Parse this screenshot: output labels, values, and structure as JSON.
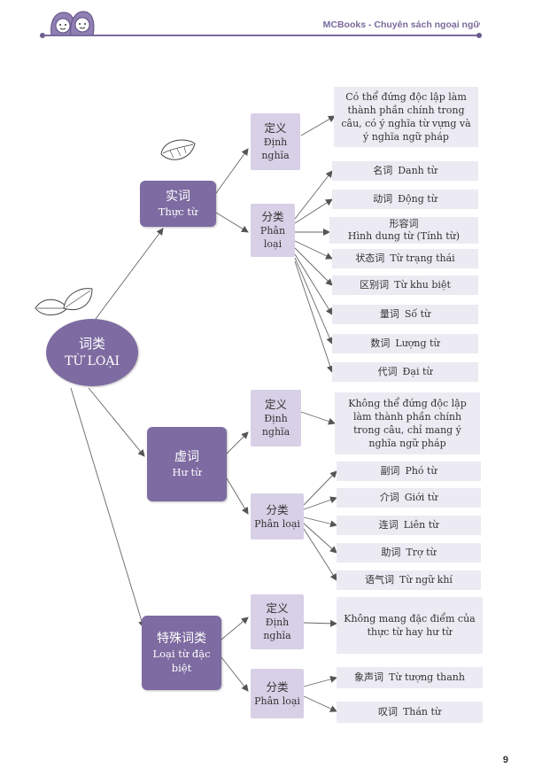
{
  "header": {
    "title": "MCBooks - Chuyên sách ngoại ngữ"
  },
  "page_number": "9",
  "diagram": {
    "root": {
      "zh": "词类",
      "vi": "TỪ LOẠI"
    },
    "categories": [
      {
        "zh": "实词",
        "vi": "Thực từ",
        "definition": {
          "label_zh": "定义",
          "label_vi": "Định nghĩa",
          "text": "Có thể đứng độc lập làm thành phần chính trong câu, có ý nghĩa từ vựng và ý nghĩa ngữ pháp"
        },
        "classification": {
          "label_zh": "分类",
          "label_vi": "Phân loại",
          "items": [
            {
              "zh": "名词",
              "vi": "Danh từ"
            },
            {
              "zh": "动词",
              "vi": "Động từ"
            },
            {
              "zh": "形容词",
              "vi": "Hình dung từ (Tính từ)"
            },
            {
              "zh": "状态词",
              "vi": "Từ trạng thái"
            },
            {
              "zh": "区别词",
              "vi": "Từ khu biệt"
            },
            {
              "zh": "量词",
              "vi": "Số từ"
            },
            {
              "zh": "数词",
              "vi": "Lượng từ"
            },
            {
              "zh": "代词",
              "vi": "Đại từ"
            }
          ]
        }
      },
      {
        "zh": "虚词",
        "vi": "Hư từ",
        "definition": {
          "label_zh": "定义",
          "label_vi": "Định nghĩa",
          "text": "Không thể đứng độc lập làm thành phần chính trong câu, chỉ mang ý nghĩa ngữ pháp"
        },
        "classification": {
          "label_zh": "分类",
          "label_vi": "Phân loại",
          "items": [
            {
              "zh": "副词",
              "vi": "Phó từ"
            },
            {
              "zh": "介词",
              "vi": "Giới từ"
            },
            {
              "zh": "连词",
              "vi": "Liên từ"
            },
            {
              "zh": "助词",
              "vi": "Trợ từ"
            },
            {
              "zh": "语气词",
              "vi": "Từ ngữ khí"
            }
          ]
        }
      },
      {
        "zh": "特殊词类",
        "vi": "Loại từ đặc biệt",
        "definition": {
          "label_zh": "定义",
          "label_vi": "Định nghĩa",
          "text": "Không mang đặc điểm của thực từ hay hư từ"
        },
        "classification": {
          "label_zh": "分类",
          "label_vi": "Phân loại",
          "items": [
            {
              "zh": "象声词",
              "vi": "Từ tượng thanh"
            },
            {
              "zh": "叹词",
              "vi": "Thán từ"
            }
          ]
        }
      }
    ]
  },
  "colors": {
    "primary_purple": "#7d6ba1",
    "light_purple": "#d7d0e6",
    "pale_lavender": "#eceaf2",
    "header_purple": "#7a6a9c"
  },
  "icons": [
    "girls-logo-icon",
    "leaf-icon"
  ]
}
